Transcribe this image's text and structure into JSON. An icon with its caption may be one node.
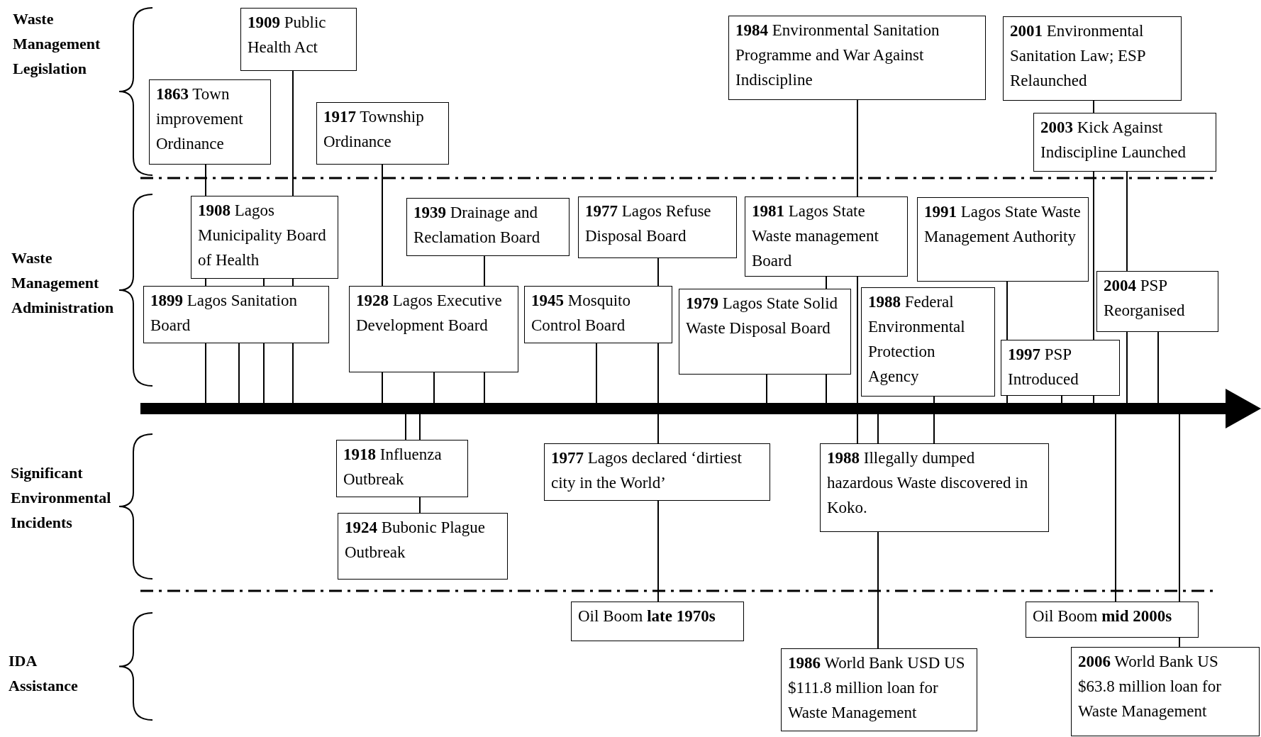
{
  "diagram": {
    "nodes": [
      {
        "text": [
          "**1863** Town improvement Ordinance"
        ]
      },
      {
        "text": [
          "**1909** Public Health Act"
        ]
      },
      {
        "text": [
          "**1917** Township Ordinance"
        ]
      },
      {
        "text": [
          "**1984** Environmental Sanitation Programme and War Against Indiscipline"
        ]
      },
      {
        "text": [
          "**2001** Environmental Sanitation Law; ESP Relaunched"
        ]
      },
      {
        "text": [
          "**2003** Kick Against Indiscipline Launched"
        ]
      },
      {
        "text": [
          "**1908** Lagos Municipality Board of Health"
        ]
      },
      {
        "text": [
          "**1899** Lagos Sanitation Board"
        ]
      },
      {
        "text": [
          "**1939** Drainage and Reclamation Board"
        ]
      },
      {
        "text": [
          "**1928** Lagos Executive Development Board"
        ]
      },
      {
        "text": [
          "**1977** Lagos Refuse Disposal Board"
        ]
      },
      {
        "text": [
          "**1945** Mosquito Control Board"
        ]
      },
      {
        "text": [
          "**1981** Lagos State Waste management Board"
        ]
      },
      {
        "text": [
          "**1979** Lagos State Solid Waste Disposal Board"
        ]
      },
      {
        "text": [
          "**1991** Lagos State Waste Management Authority"
        ]
      },
      {
        "text": [
          "**1988** Federal Environmental Protection Agency"
        ]
      },
      {
        "text": [
          "**2004** PSP Reorganised"
        ]
      },
      {
        "text": [
          "**1997** PSP Introduced"
        ]
      },
      {
        "text": [],
        "shape": "arrow"
      },
      {
        "text": [
          "**1918** Influenza Outbreak"
        ]
      },
      {
        "text": [
          "**1924** Bubonic Plague Outbreak"
        ]
      },
      {
        "text": [
          "**1977** Lagos declared ‘dirtiest city in the World’"
        ]
      },
      {
        "text": [
          "**1988** Illegally dumped hazardous Waste discovered in Koko."
        ]
      },
      {
        "text": [
          "Oil Boom **late 1970s**"
        ]
      },
      {
        "text": [
          "Oil Boom **mid 2000s**"
        ]
      },
      {
        "text": [
          "**1986** World Bank USD US $111.8 million loan for Waste Management"
        ]
      },
      {
        "text": [
          "**2006** World Bank US $63.8 million loan for Waste Management"
        ]
      }
    ],
    "edges": [
      {
        "from": 0,
        "to": 6,
        "arrow": "none"
      },
      {
        "from": 1,
        "to": 6,
        "arrow": "none"
      },
      {
        "from": 6,
        "to": 7,
        "arrow": "none"
      },
      {
        "from": 6,
        "to": 7,
        "arrow": "none"
      },
      {
        "from": 6,
        "to": 7,
        "arrow": "none"
      },
      {
        "from": 7,
        "to": 18,
        "arrow": "none"
      },
      {
        "from": 7,
        "to": 18,
        "arrow": "none"
      },
      {
        "from": 7,
        "to": 18,
        "arrow": "none"
      },
      {
        "from": 7,
        "to": 18,
        "arrow": "none"
      },
      {
        "from": 2,
        "to": 9,
        "arrow": "none"
      },
      {
        "from": 8,
        "to": 9,
        "arrow": "none"
      },
      {
        "from": 9,
        "to": 18,
        "arrow": "none"
      },
      {
        "from": 9,
        "to": 18,
        "arrow": "none"
      },
      {
        "from": 9,
        "to": 18,
        "arrow": "none"
      },
      {
        "from": 10,
        "to": 11,
        "arrow": "none"
      },
      {
        "from": 11,
        "to": 18,
        "arrow": "none"
      },
      {
        "from": 11,
        "to": 18,
        "arrow": "none"
      },
      {
        "from": 3,
        "to": 12,
        "arrow": "none"
      },
      {
        "from": 12,
        "to": 13,
        "arrow": "none"
      },
      {
        "from": 12,
        "to": 18,
        "arrow": "none"
      },
      {
        "from": 13,
        "to": 18,
        "arrow": "none"
      },
      {
        "from": 13,
        "to": 18,
        "arrow": "none"
      },
      {
        "from": 4,
        "to": 5,
        "arrow": "none"
      },
      {
        "from": 5,
        "to": 17,
        "arrow": "none"
      },
      {
        "from": 14,
        "to": 17,
        "arrow": "none"
      },
      {
        "from": 5,
        "to": 16,
        "arrow": "none"
      },
      {
        "from": 17,
        "to": 18,
        "arrow": "none"
      },
      {
        "from": 17,
        "to": 18,
        "arrow": "none"
      },
      {
        "from": 17,
        "to": 18,
        "arrow": "none"
      },
      {
        "from": 16,
        "to": 18,
        "arrow": "none"
      },
      {
        "from": 16,
        "to": 18,
        "arrow": "none"
      },
      {
        "from": 15,
        "to": 18,
        "arrow": "none"
      },
      {
        "from": 18,
        "to": 19,
        "arrow": "none"
      },
      {
        "from": 18,
        "to": 19,
        "arrow": "none"
      },
      {
        "from": 19,
        "to": 20,
        "arrow": "none"
      },
      {
        "from": 18,
        "to": 21,
        "arrow": "none"
      },
      {
        "from": 21,
        "to": 23,
        "arrow": "none"
      },
      {
        "from": 18,
        "to": 22,
        "arrow": "none"
      },
      {
        "from": 18,
        "to": 22,
        "arrow": "none"
      },
      {
        "from": 18,
        "to": 22,
        "arrow": "none"
      },
      {
        "from": 22,
        "to": 25,
        "arrow": "none"
      },
      {
        "from": 18,
        "to": 24,
        "arrow": "none"
      },
      {
        "from": 18,
        "to": 24,
        "arrow": "none"
      },
      {
        "from": 24,
        "to": 26,
        "arrow": "none"
      }
    ],
    "labels": [
      "Waste Management Legislation",
      "Waste Management Administration",
      "Significant Environmental Incidents",
      "IDA Assistance"
    ]
  }
}
